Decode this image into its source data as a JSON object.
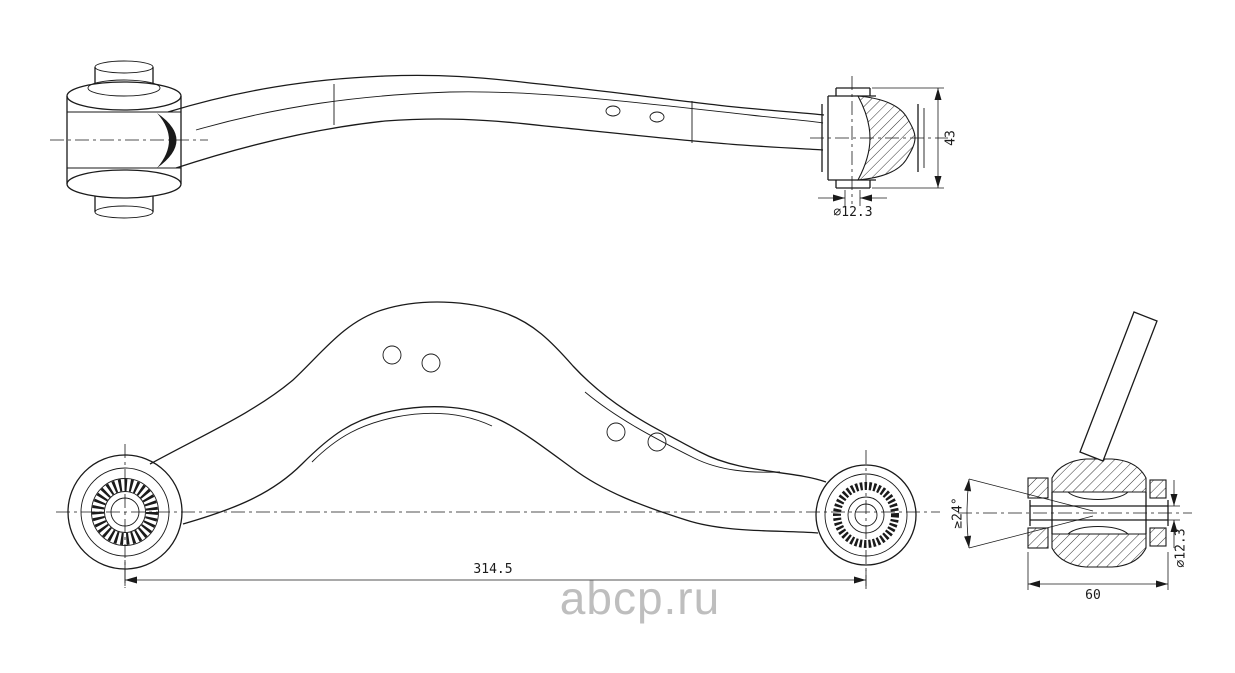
{
  "meta": {
    "description": "Engineering drawing of a rear upper suspension control arm with bushings, three views",
    "background": "#ffffff",
    "line_color": "#1a1a1a"
  },
  "watermark": {
    "text": "abcp.ru",
    "color": "#b3b3b3"
  },
  "dimensions": {
    "top_view_height": "43",
    "top_view_bolt_diameter": "∅12.3",
    "bottom_view_length": "314.5",
    "section_angle": "≥24°",
    "section_width": "60",
    "section_bolt_diameter": "∅12.3"
  }
}
